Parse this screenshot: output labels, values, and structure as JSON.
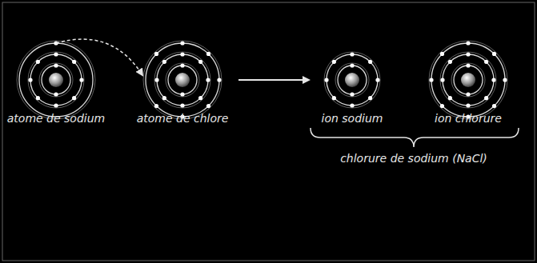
{
  "diagram": {
    "labels": [
      "atome de sodium",
      "atome de chlore",
      "ion sodium",
      "ion chlorure",
      "chlorure de sodium (NaCl)"
    ]
  }
}
